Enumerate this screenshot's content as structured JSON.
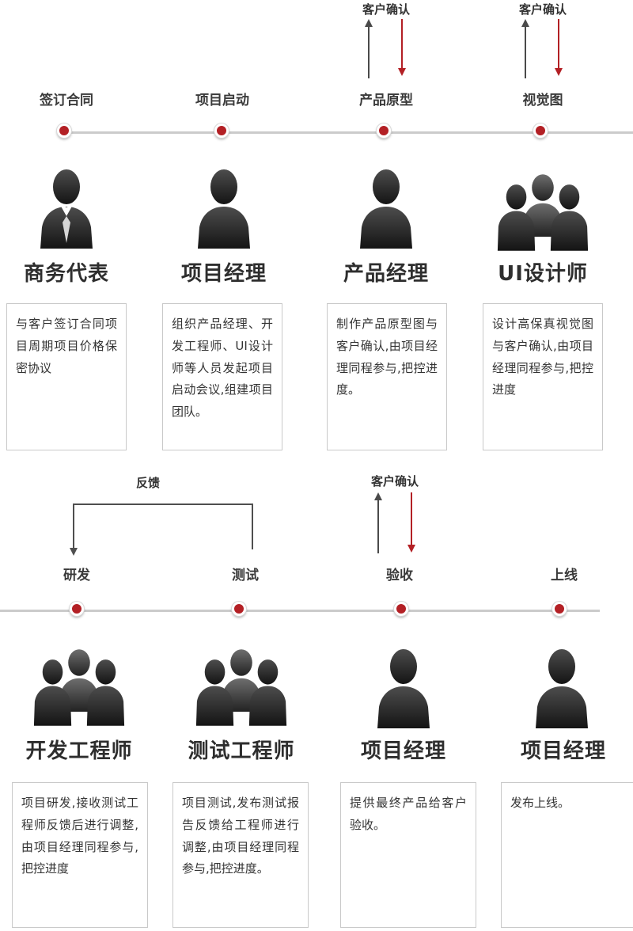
{
  "colors": {
    "accent_red": "#b32025",
    "silhouette_dark": "#2a2a2a",
    "line_gray": "#cbcbcb",
    "text_dark": "#333333"
  },
  "top": {
    "stages": [
      {
        "label": "签订合同",
        "role": "商务代表",
        "icon": "person-tie-icon",
        "desc": "与客户签订合同项目周期项目价格保密协议"
      },
      {
        "label": "项目启动",
        "role": "项目经理",
        "icon": "person-icon",
        "desc": "组织产品经理、开发工程师、UI设计师等人员发起项目启动会议,组建项目团队。"
      },
      {
        "label": "产品原型",
        "role": "产品经理",
        "icon": "person-icon",
        "confirm": "客户确认",
        "desc": "制作产品原型图与客户确认,由项目经理同程参与,把控进度。"
      },
      {
        "label": "视觉图",
        "role": "UI设计师",
        "icon": "team-icon",
        "confirm": "客户确认",
        "desc": "设计高保真视觉图与客户确认,由项目经理同程参与,把控进度"
      }
    ]
  },
  "bottom": {
    "feedback_label": "反馈",
    "stages": [
      {
        "label": "研发",
        "role": "开发工程师",
        "icon": "team-icon",
        "desc": "项目研发,接收测试工程师反馈后进行调整,由项目经理同程参与,把控进度"
      },
      {
        "label": "测试",
        "role": "测试工程师",
        "icon": "team-icon",
        "desc": "项目测试,发布测试报告反馈给工程师进行调整,由项目经理同程参与,把控进度。"
      },
      {
        "label": "验收",
        "role": "项目经理",
        "icon": "person-icon",
        "confirm": "客户确认",
        "desc": "提供最终产品给客户验收。"
      },
      {
        "label": "上线",
        "role": "项目经理",
        "icon": "person-icon",
        "desc": "发布上线。"
      }
    ]
  }
}
